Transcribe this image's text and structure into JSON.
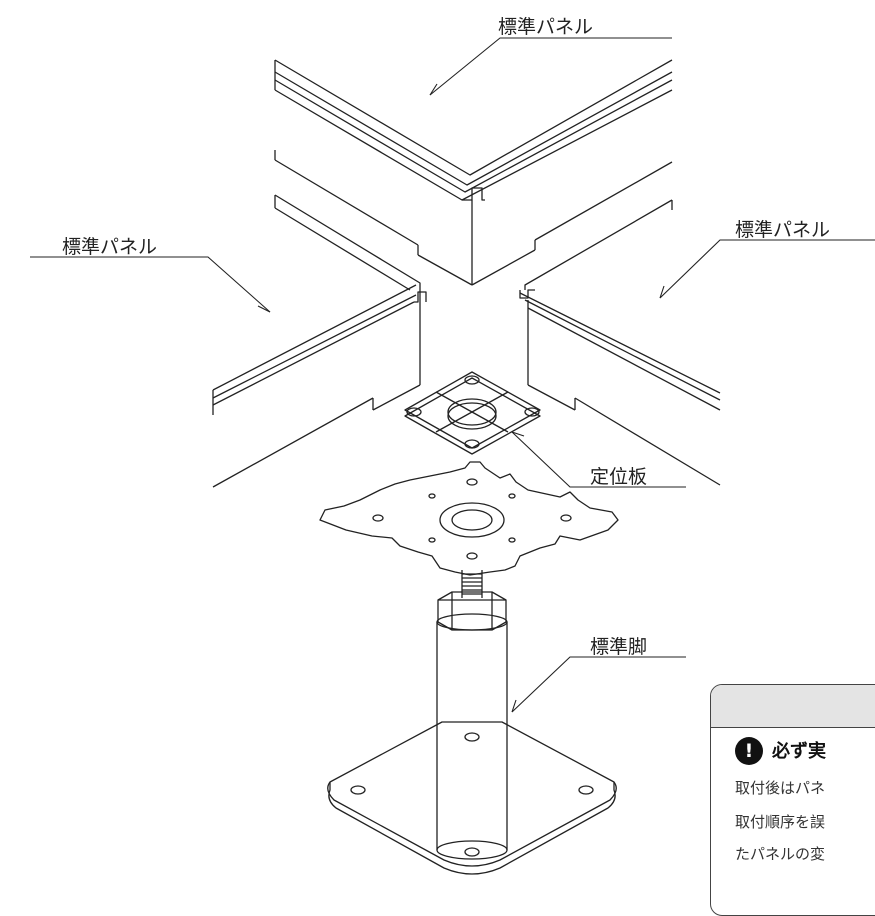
{
  "labels": {
    "panel_top": "標準パネル",
    "panel_left": "標準パネル",
    "panel_right": "標準パネル",
    "locating_plate": "定位板",
    "standard_leg": "標準脚"
  },
  "notice": {
    "title": "必ず実",
    "lines": [
      "取付後はパネ",
      "取付順序を誤",
      "たパネルの変"
    ]
  }
}
